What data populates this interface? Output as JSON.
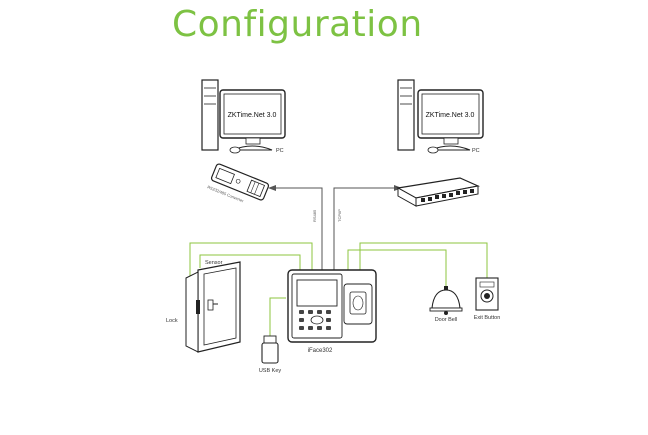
{
  "title": "Configuration",
  "devices": {
    "pc_left": {
      "screen_text": "ZKTime.Net 3.0",
      "label": "PC"
    },
    "pc_right": {
      "screen_text": "ZKTime.Net 3.0",
      "label": "PC"
    },
    "converter": {
      "label": "RS232/485 Converter"
    },
    "terminal": {
      "label": "iFace302"
    },
    "door": {
      "sensor_label": "Sensor",
      "lock_label": "Lock"
    },
    "usb": {
      "label": "USB Key"
    },
    "bell": {
      "label": "Door Bell"
    },
    "exit": {
      "label": "Exit Button"
    }
  },
  "links": {
    "rs485": "RS485",
    "tcpip": "TCP/IP"
  },
  "colors": {
    "title": "#7dc243",
    "accessory_wire": "#8cc63f",
    "network_wire": "#555555"
  }
}
